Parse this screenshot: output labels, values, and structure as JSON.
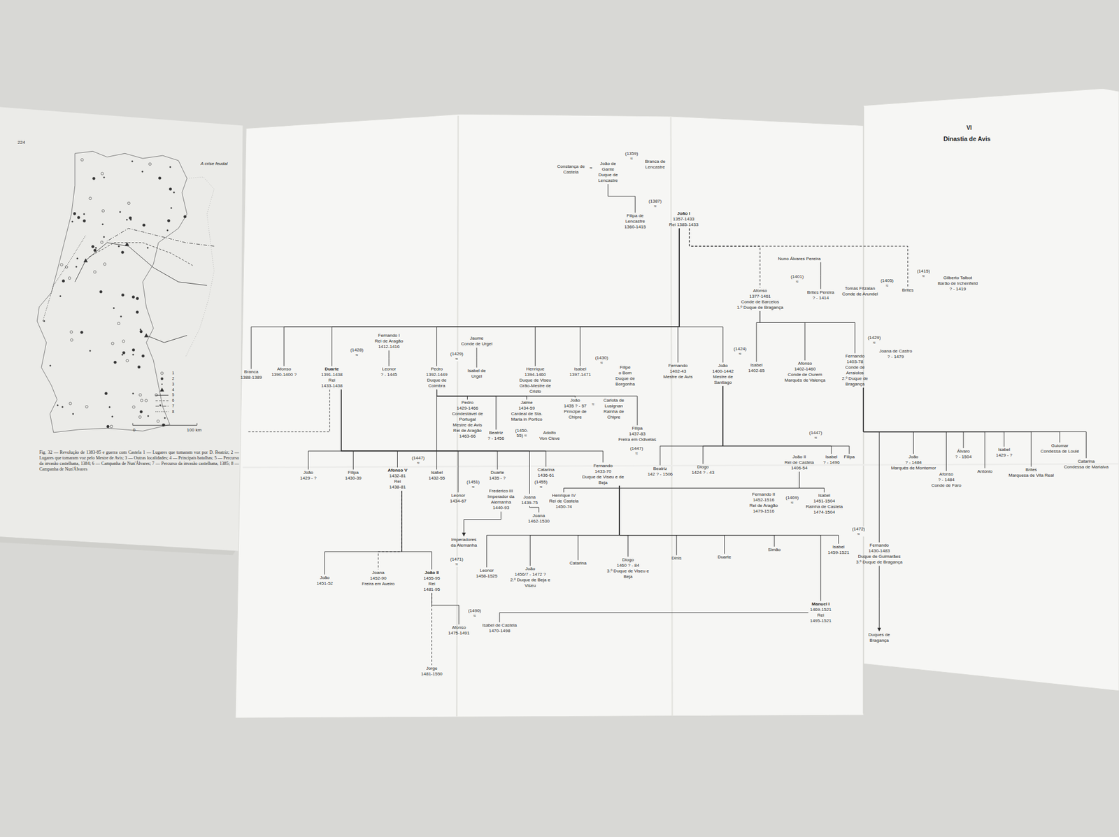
{
  "diagram": {
    "title": "Dinastia de Avis",
    "caption": "Fig. 32 — Revolução de 1383-85 e guerra com Castela 1 — Lugares que tomaram voz por D. Beatriz; 2 — Lugares que tomaram voz pelo Mestre de Avis; 3 — Outras localidades; 4 — Principais batalhas; 5 — Percurso da invasão castelhana, 1384; 6 — Campanha de Nun'Álvares; 7 — Percurso da invasão castelhana, 1385; 8 — Campanha de Nun'Álvares",
    "nodes": [
      {
        "text": [
          "Constança de Castela"
        ]
      },
      {
        "text": [
          "João de Gante",
          "Duque de Lencastre"
        ]
      },
      {
        "text": [
          "Branca de Lencastre"
        ]
      },
      {
        "text": [
          "Filipa de Lencastre",
          "1360-1415"
        ]
      },
      {
        "text": [
          "João I",
          "1357-1433",
          "Rei 1385-1433"
        ]
      },
      {
        "text": [
          "Nuno Álvares Pereira"
        ]
      },
      {
        "text": [
          "Afonso",
          "1377-1461",
          "Conde de Barcelos",
          "1.º Duque de Bragança"
        ]
      },
      {
        "text": [
          "Brites Pereira",
          "? - 1414"
        ]
      },
      {
        "text": [
          "Tomás Fitzalan",
          "Conde de Arundel"
        ]
      },
      {
        "text": [
          "Brites"
        ]
      },
      {
        "text": [
          "Gilberto Talbot",
          "Barão de Irchenfield",
          "? - 1419"
        ]
      },
      {
        "text": [
          "Branca",
          "1388-1389"
        ]
      },
      {
        "text": [
          "Afonso",
          "1390-1400 ?"
        ]
      },
      {
        "text": [
          "Duarte",
          "1391-1438",
          "Rei",
          "1433-1438"
        ]
      },
      {
        "text": [
          "Fernando I",
          "Rei de Aragão",
          "1412-1416"
        ]
      },
      {
        "text": [
          "Leonor",
          "? - 1445"
        ]
      },
      {
        "text": [
          "Pedro",
          "1392-1449",
          "Duque de Coimbra"
        ]
      },
      {
        "text": [
          "Jaume",
          "Conde de Urgel"
        ]
      },
      {
        "text": [
          "Isabel de Urgel"
        ]
      },
      {
        "text": [
          "Henrique",
          "1394-1460",
          "Duque de Viseu",
          "Grão-Mestre de Cristo"
        ]
      },
      {
        "text": [
          "Isabel",
          "1397-1471"
        ]
      },
      {
        "text": [
          "Filipe",
          "o Bom",
          "Duque de Borgonha"
        ]
      },
      {
        "text": [
          "Fernando",
          "1402-43",
          "Mestre de Avis"
        ]
      },
      {
        "text": [
          "João",
          "1400-1442",
          "Mestre de Santiago"
        ]
      },
      {
        "text": [
          "Isabel",
          "1402-65"
        ]
      },
      {
        "text": [
          "Afonso",
          "1402-1460",
          "Conde de Ourem",
          "Marquês de Valença"
        ]
      },
      {
        "text": [
          "Fernando",
          "1403-78",
          "Conde de Arraiolos",
          "2.º Duque de Bragança"
        ]
      },
      {
        "text": [
          "Joana de Castro",
          "? - 1479"
        ]
      },
      {
        "text": [
          "Pedro",
          "1429-1466",
          "Condestável de Portugal",
          "Mestre de Avis",
          "Rei de Aragão 1463-66"
        ]
      },
      {
        "text": [
          "Jaime",
          "1434-59",
          "Cardeal de Sta. Maria in Portico"
        ]
      },
      {
        "text": [
          "João",
          "1435 ? - 57",
          "Príncipe de Chipre"
        ]
      },
      {
        "text": [
          "Carlota de Lusignan",
          "Rainha de Chipre"
        ]
      },
      {
        "text": [
          "Filipa",
          "1437-83",
          "Freira em Odivelas"
        ]
      },
      {
        "text": [
          "Beatriz",
          "? - 1456"
        ]
      },
      {
        "text": [
          "Adolfo",
          "Von Cleve"
        ]
      },
      {
        "text": [
          "João",
          "1429 - ?"
        ]
      },
      {
        "text": [
          "Filipa",
          "1430-39"
        ]
      },
      {
        "text": [
          "Afonso V",
          "1432-81",
          "Rei",
          "1438-81"
        ]
      },
      {
        "text": [
          "Isabel",
          "1432-55"
        ]
      },
      {
        "text": [
          "Leonor",
          "1434-67"
        ]
      },
      {
        "text": [
          "Frederico III",
          "Imperador da Alemanha",
          "1440-93"
        ]
      },
      {
        "text": [
          "Imperadores da Alemanha"
        ]
      },
      {
        "text": [
          "Duarte",
          "1435 - ?"
        ]
      },
      {
        "text": [
          "Joana",
          "1439-75"
        ]
      },
      {
        "text": [
          "Henrique IV",
          "Rei de Castela",
          "1450-74"
        ]
      },
      {
        "text": [
          "Joana",
          "1462-1530"
        ]
      },
      {
        "text": [
          "Catarina",
          "1436-61"
        ]
      },
      {
        "text": [
          "Fernando",
          "1433-70",
          "Duque de Viseu e de Beja"
        ]
      },
      {
        "text": [
          "Beatriz",
          "142 ? - 1506"
        ]
      },
      {
        "text": [
          "Diogo",
          "1424 ? - 43"
        ]
      },
      {
        "text": [
          "João II",
          "Rei de Castela",
          "1406-54"
        ]
      },
      {
        "text": [
          "Isabel",
          "? - 1496"
        ]
      },
      {
        "text": [
          "Filipa"
        ]
      },
      {
        "text": [
          "João",
          "? - 1484",
          "Marquês de Montemor"
        ]
      },
      {
        "text": [
          "Afonso",
          "? - 1484",
          "Conde de Faro"
        ]
      },
      {
        "text": [
          "Álvaro",
          "? - 1504"
        ]
      },
      {
        "text": [
          "António"
        ]
      },
      {
        "text": [
          "Isabel",
          "1429 - ?"
        ]
      },
      {
        "text": [
          "Brites",
          "Marquesa de Vila Real"
        ]
      },
      {
        "text": [
          "Guiomar",
          "Condessa de Loulé"
        ]
      },
      {
        "text": [
          "Catarina",
          "Condessa de Marialva"
        ]
      },
      {
        "text": [
          "Fernando",
          "1430-1483",
          "Duque de Guimarães",
          "3.º Duque de Bragança"
        ]
      },
      {
        "text": [
          "Duques de Bragança"
        ]
      },
      {
        "text": [
          "Leonor",
          "1458-1525"
        ]
      },
      {
        "text": [
          "João",
          "1456/7 - 1472 ?",
          "2.º Duque de Beja e Viseu"
        ]
      },
      {
        "text": [
          "Catarina"
        ]
      },
      {
        "text": [
          "Diogo",
          "1460 ? - 84",
          "3.º Duque de Viseu e Beja"
        ]
      },
      {
        "text": [
          "Dinis"
        ]
      },
      {
        "text": [
          "Duarte"
        ]
      },
      {
        "text": [
          "Simão"
        ]
      },
      {
        "text": [
          "Manuel I",
          "1469-1521",
          "Rei",
          "1495-1521"
        ]
      },
      {
        "text": [
          "Isabel",
          "1459-1521"
        ]
      },
      {
        "text": [
          "Fernando II",
          "1452-1516",
          "Rei de Aragão",
          "1479-1516"
        ]
      },
      {
        "text": [
          "Isabel",
          "1451-1504",
          "Rainha de Castela",
          "1474-1504"
        ]
      },
      {
        "text": [
          "João",
          "1451-52"
        ]
      },
      {
        "text": [
          "Joana",
          "1452-90",
          "Freira em Aveiro"
        ]
      },
      {
        "text": [
          "João II",
          "1455-95",
          "Rei",
          "1481-95"
        ]
      },
      {
        "text": [
          "Afonso",
          "1475-1491"
        ]
      },
      {
        "text": [
          "Isabel de Castela",
          "1470-1498"
        ]
      },
      {
        "text": [
          "Jorge",
          "1481-1550"
        ]
      }
    ],
    "edges": [
      {
        "from": 1,
        "to": 3,
        "arrow": "none"
      },
      {
        "from": 4,
        "to": 11,
        "arrow": "none"
      },
      {
        "from": 4,
        "to": 12,
        "arrow": "none"
      },
      {
        "from": 4,
        "to": 13,
        "arrow": "none"
      },
      {
        "from": 4,
        "to": 16,
        "arrow": "none"
      },
      {
        "from": 4,
        "to": 19,
        "arrow": "none"
      },
      {
        "from": 4,
        "to": 20,
        "arrow": "none"
      },
      {
        "from": 4,
        "to": 22,
        "arrow": "none"
      },
      {
        "from": 4,
        "to": 23,
        "arrow": "none"
      },
      {
        "from": 4,
        "to": 6,
        "arrow": "none"
      },
      {
        "from": 4,
        "to": 9,
        "arrow": "none"
      },
      {
        "from": 5,
        "to": 7,
        "arrow": "none"
      },
      {
        "from": 14,
        "to": 15,
        "arrow": "none"
      },
      {
        "from": 17,
        "to": 18,
        "arrow": "none"
      },
      {
        "from": 6,
        "to": 24,
        "arrow": "none"
      },
      {
        "from": 6,
        "to": 25,
        "arrow": "none"
      },
      {
        "from": 6,
        "to": 26,
        "arrow": "none"
      },
      {
        "from": 16,
        "to": 28,
        "arrow": "none"
      },
      {
        "from": 16,
        "to": 29,
        "arrow": "none"
      },
      {
        "from": 16,
        "to": 30,
        "arrow": "none"
      },
      {
        "from": 16,
        "to": 32,
        "arrow": "none"
      },
      {
        "from": 16,
        "to": 33,
        "arrow": "none"
      },
      {
        "from": 16,
        "to": 38,
        "arrow": "none"
      },
      {
        "from": 13,
        "to": 35,
        "arrow": "none"
      },
      {
        "from": 13,
        "to": 36,
        "arrow": "none"
      },
      {
        "from": 13,
        "to": 37,
        "arrow": "none"
      },
      {
        "from": 13,
        "to": 39,
        "arrow": "none"
      },
      {
        "from": 13,
        "to": 42,
        "arrow": "none"
      },
      {
        "from": 13,
        "to": 43,
        "arrow": "none"
      },
      {
        "from": 13,
        "to": 46,
        "arrow": "none"
      },
      {
        "from": 13,
        "to": 47,
        "arrow": "none"
      },
      {
        "from": 23,
        "to": 48,
        "arrow": "none"
      },
      {
        "from": 23,
        "to": 49,
        "arrow": "none"
      },
      {
        "from": 23,
        "to": 51,
        "arrow": "none"
      },
      {
        "from": 23,
        "to": 52,
        "arrow": "none"
      },
      {
        "from": 26,
        "to": 53,
        "arrow": "none"
      },
      {
        "from": 26,
        "to": 54,
        "arrow": "none"
      },
      {
        "from": 26,
        "to": 55,
        "arrow": "none"
      },
      {
        "from": 26,
        "to": 56,
        "arrow": "none"
      },
      {
        "from": 26,
        "to": 57,
        "arrow": "none"
      },
      {
        "from": 26,
        "to": 58,
        "arrow": "none"
      },
      {
        "from": 26,
        "to": 59,
        "arrow": "none"
      },
      {
        "from": 26,
        "to": 60,
        "arrow": "none"
      },
      {
        "from": 26,
        "to": 61,
        "arrow": "none"
      },
      {
        "from": 40,
        "to": 41,
        "arrow": "to"
      },
      {
        "from": 43,
        "to": 45,
        "arrow": "none"
      },
      {
        "from": 50,
        "to": 44,
        "arrow": "none"
      },
      {
        "from": 50,
        "to": 73,
        "arrow": "none"
      },
      {
        "from": 47,
        "to": 63,
        "arrow": "none"
      },
      {
        "from": 47,
        "to": 64,
        "arrow": "none"
      },
      {
        "from": 47,
        "to": 65,
        "arrow": "none"
      },
      {
        "from": 47,
        "to": 66,
        "arrow": "none"
      },
      {
        "from": 47,
        "to": 67,
        "arrow": "none"
      },
      {
        "from": 47,
        "to": 68,
        "arrow": "none"
      },
      {
        "from": 47,
        "to": 69,
        "arrow": "none"
      },
      {
        "from": 47,
        "to": 70,
        "arrow": "none"
      },
      {
        "from": 47,
        "to": 71,
        "arrow": "none"
      },
      {
        "from": 61,
        "to": 62,
        "arrow": "to"
      },
      {
        "from": 37,
        "to": 74,
        "arrow": "none"
      },
      {
        "from": 37,
        "to": 75,
        "arrow": "none"
      },
      {
        "from": 37,
        "to": 76,
        "arrow": "none"
      },
      {
        "from": 76,
        "to": 77,
        "arrow": "none"
      },
      {
        "from": 76,
        "to": 79,
        "arrow": "none"
      },
      {
        "from": 78,
        "to": 70,
        "arrow": "none"
      }
    ],
    "labels": [
      "224",
      "A crise feudal",
      "VI",
      "≈",
      "(1359) ≈",
      "(1387) ≈",
      "(1401) ≈",
      "(1405) ≈",
      "(1415) ≈",
      "(1428) ≈",
      "(1429) ≈",
      "(1430) ≈",
      "(1424) ≈",
      "(1429) ≈",
      "≈",
      "(1450-55) ≈",
      "(1447) ≈",
      "(1451) ≈",
      "(1455) ≈",
      "(1447) ≈",
      "(1447) ≈",
      "(1469) ≈",
      "(1472) ≈",
      "(1471) ≈",
      "(1490) ≈",
      "0",
      "100 km"
    ],
    "legend": [
      {
        "text": "1"
      },
      {
        "text": "2"
      },
      {
        "text": "3"
      },
      {
        "text": "4"
      },
      {
        "text": "5"
      },
      {
        "text": "6"
      },
      {
        "text": "7"
      },
      {
        "text": "8"
      }
    ]
  }
}
